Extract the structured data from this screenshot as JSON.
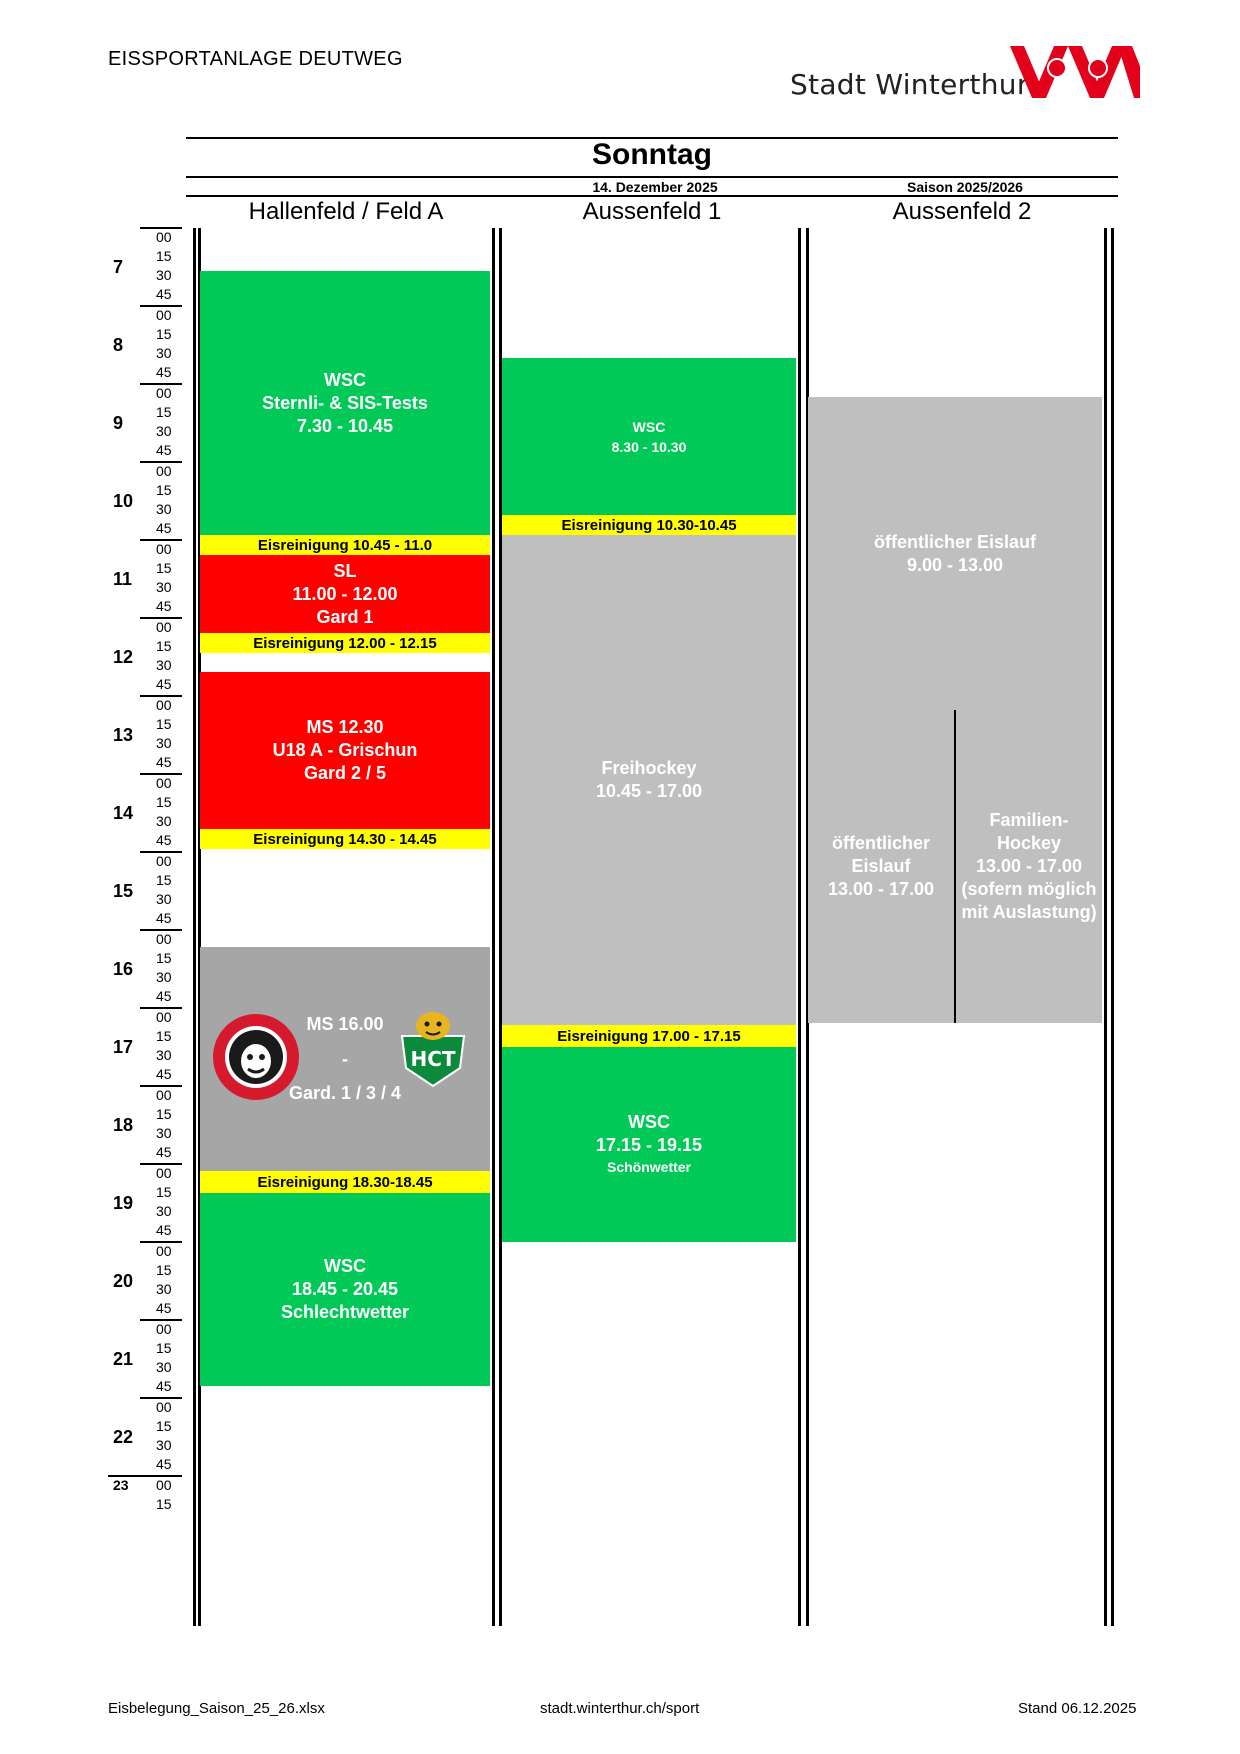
{
  "header": {
    "facility": "EISSPORTANLAGE DEUTWEG",
    "brand": "Stadt Winterthur",
    "day": "Sonntag",
    "date": "14. Dezember 2025",
    "season": "Saison 2025/2026"
  },
  "columns": [
    "Hallenfeld / Feld A",
    "Aussenfeld 1",
    "Aussenfeld 2"
  ],
  "hours": [
    "7",
    "8",
    "9",
    "10",
    "11",
    "12",
    "13",
    "14",
    "15",
    "16",
    "17",
    "18",
    "19",
    "20",
    "21",
    "22",
    "23"
  ],
  "minute_labels": [
    "00",
    "15",
    "30",
    "45"
  ],
  "last_minutes": [
    "00",
    "15"
  ],
  "feld_a": {
    "wsc_morning": [
      "WSC",
      "Sternli- & SIS-Tests",
      "7.30 - 10.45"
    ],
    "clean1": "Eisreinigung 10.45 - 11.0",
    "sl": [
      "SL",
      "11.00 - 12.00",
      "Gard 1"
    ],
    "clean2": "Eisreinigung 12.00 - 12.15",
    "ms1230": [
      "MS 12.30",
      "U18 A - Grischun",
      "Gard 2 / 5"
    ],
    "clean3": "Eisreinigung 14.30 - 14.45",
    "ms1600": [
      "MS 16.00",
      "-",
      "Gard. 1 / 3 / 4"
    ],
    "clean4": "Eisreinigung 18.30-18.45",
    "wsc_evening": [
      "WSC",
      "18.45 - 20.45",
      "Schlechtwetter"
    ]
  },
  "aussen1": {
    "wsc_morning": [
      "WSC",
      "8.30 - 10.30"
    ],
    "clean1": "Eisreinigung 10.30-10.45",
    "freihockey": [
      "Freihockey",
      "10.45 - 17.00"
    ],
    "clean2": "Eisreinigung 17.00 - 17.15",
    "wsc_afternoon": [
      "WSC",
      "17.15 - 19.15",
      "Schönwetter"
    ]
  },
  "aussen2": {
    "eislauf_morning": [
      "öffentlicher Eislauf",
      "9.00 - 13.00"
    ],
    "eislauf_afternoon": [
      "öffentlicher",
      "Eislauf",
      "13.00 - 17.00"
    ],
    "familien": [
      "Familien-",
      "Hockey",
      "13.00 - 17.00",
      "(sofern möglich",
      "mit Auslastung)"
    ]
  },
  "footer": {
    "file": "Eisbelegung_Saison_25_26.xlsx",
    "url": "stadt.winterthur.ch/sport",
    "stand": "Stand 06.12.2025"
  },
  "colors": {
    "green": "#00c957",
    "red": "#ff0000",
    "yellow": "#ffff00",
    "gray": "#bfbfbf",
    "dark_gray": "#a6a6a6",
    "brand_red": "#e2001a"
  }
}
